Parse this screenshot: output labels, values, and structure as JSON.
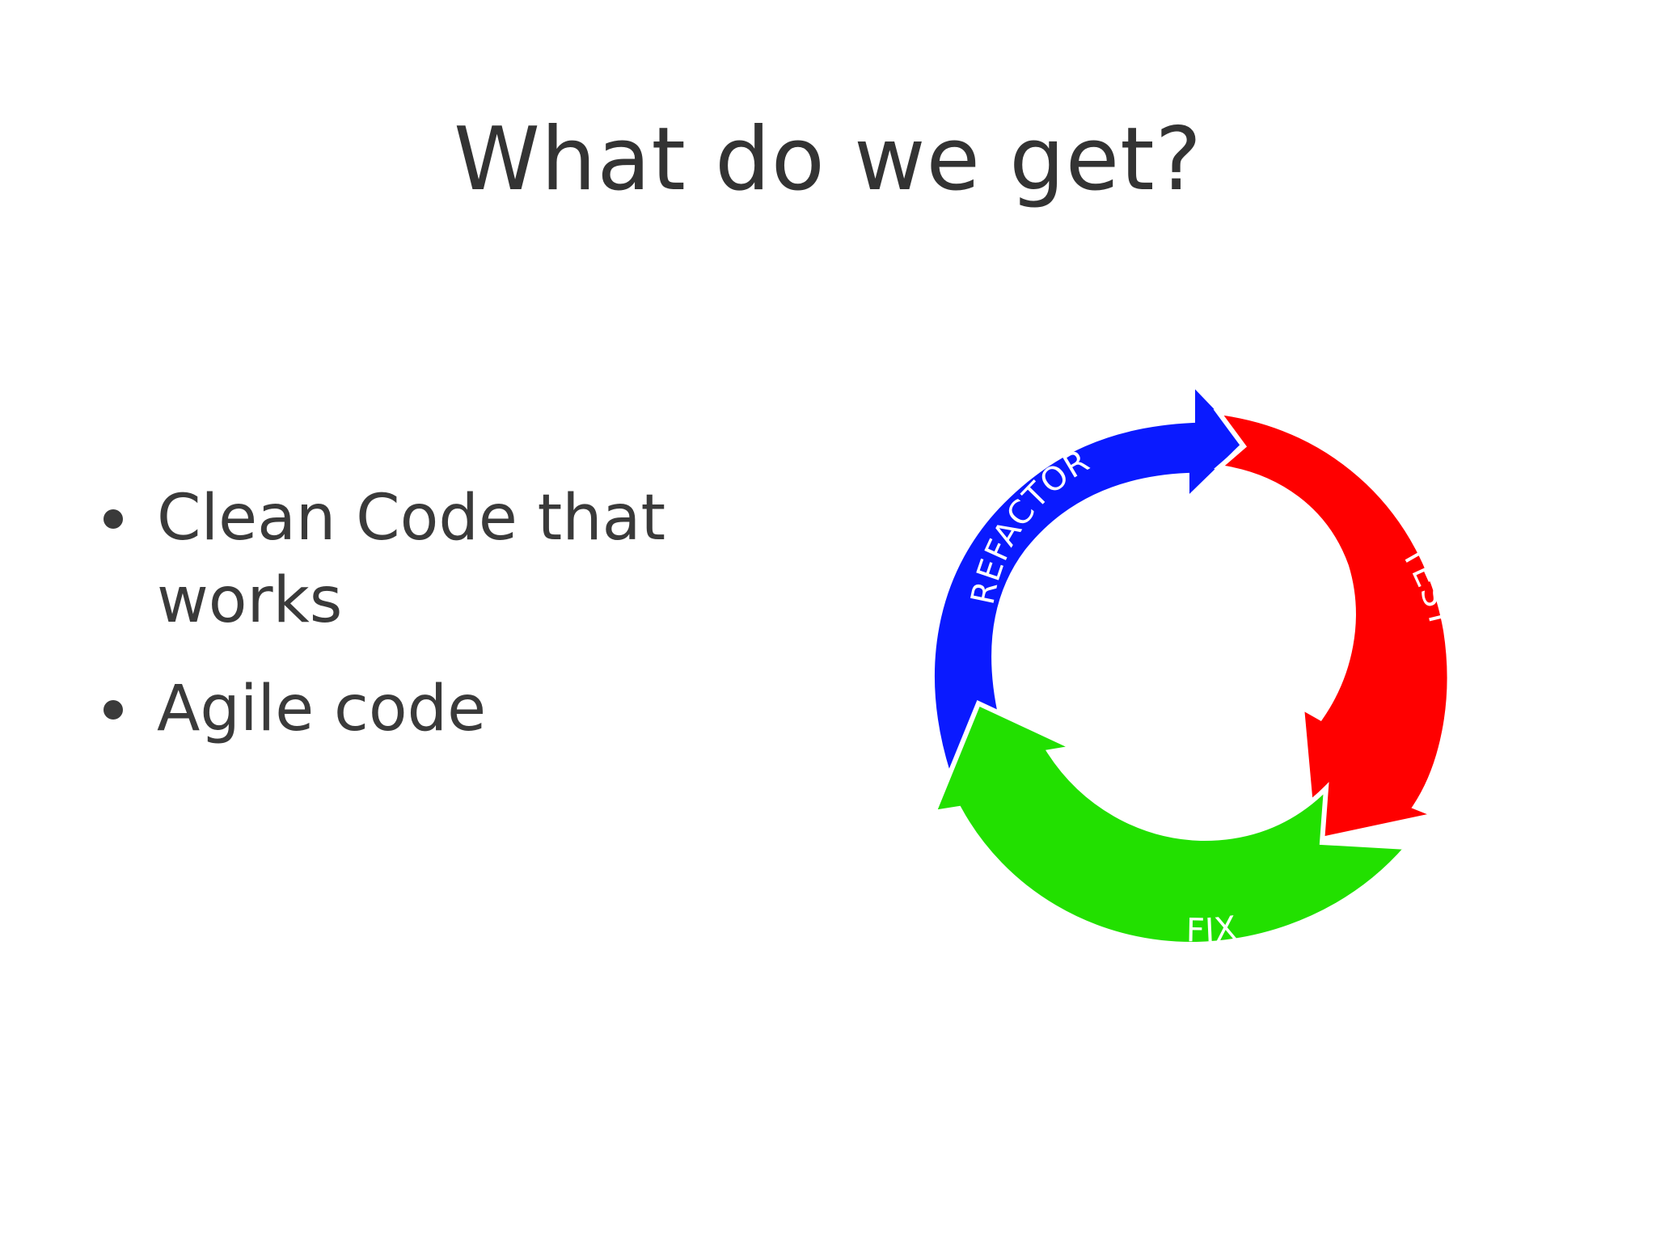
{
  "title": "What do we get?",
  "bullets": [
    "Clean Code that works",
    "Agile code"
  ],
  "cycle": {
    "stages": [
      {
        "label": "REFACTOR",
        "color": "#0a1aff"
      },
      {
        "label": "TEST",
        "color": "#ff0000"
      },
      {
        "label": "FIX",
        "color": "#22e000"
      }
    ]
  }
}
